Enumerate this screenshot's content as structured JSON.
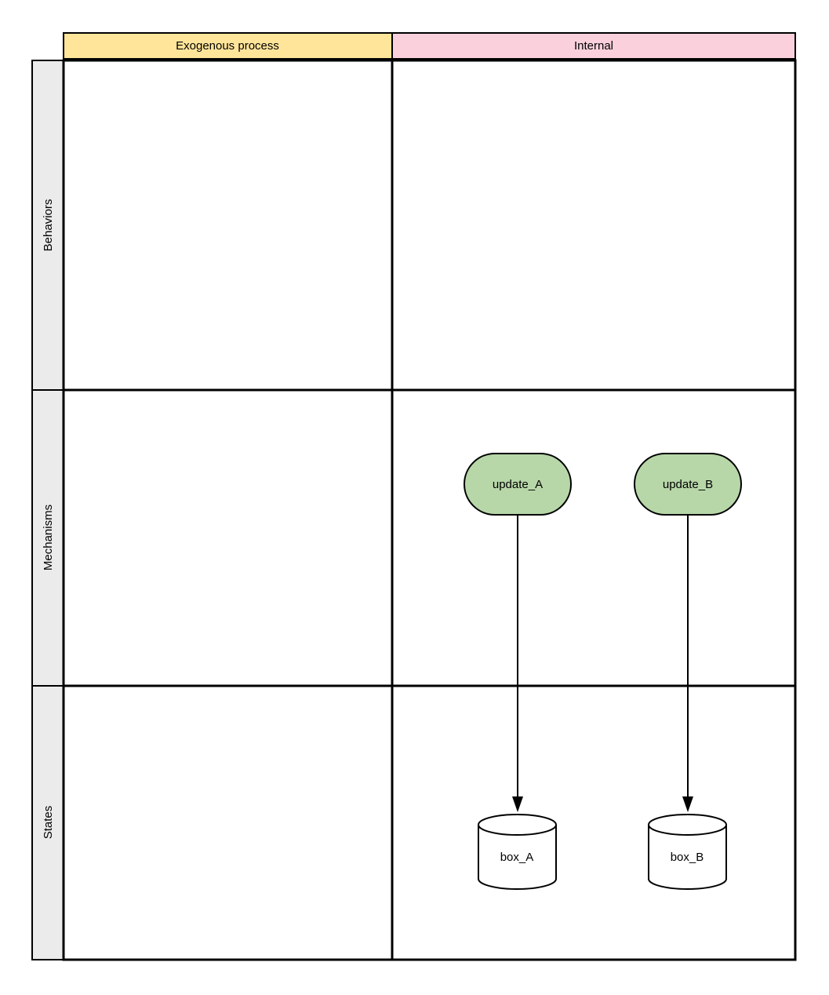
{
  "diagram": {
    "title": "swimlane-matrix-diagram",
    "column_headers": [
      {
        "label": "Exogenous process",
        "fill": "#FFE59A"
      },
      {
        "label": "Internal",
        "fill": "#F9D0DC"
      }
    ],
    "row_headers": [
      {
        "label": "Behaviors"
      },
      {
        "label": "Mechanisms"
      },
      {
        "label": "States"
      }
    ],
    "process_nodes": [
      {
        "label": "update_A",
        "row": "Mechanisms",
        "column": "Internal"
      },
      {
        "label": "update_B",
        "row": "Mechanisms",
        "column": "Internal"
      }
    ],
    "datastore_nodes": [
      {
        "label": "box_A",
        "row": "States",
        "column": "Internal"
      },
      {
        "label": "box_B",
        "row": "States",
        "column": "Internal"
      }
    ],
    "connectors": [
      {
        "from": "update_A",
        "to": "box_A",
        "style": "arrow-down"
      },
      {
        "from": "update_B",
        "to": "box_B",
        "style": "arrow-down"
      }
    ],
    "colors": {
      "process_fill": "#B7D7A8",
      "datastore_fill": "#FFFFFF",
      "row_header_fill": "#EBEBEB",
      "cell_fill": "#FFFFFF",
      "stroke": "#000000"
    }
  }
}
